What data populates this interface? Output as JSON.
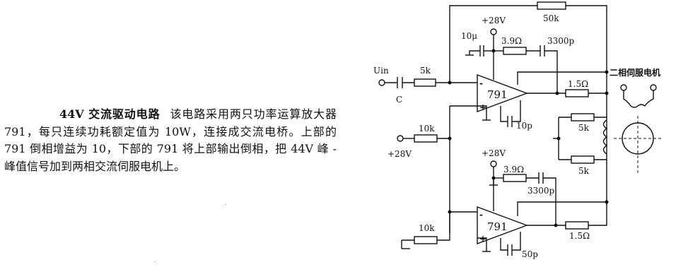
{
  "description": {
    "title": "44V 交流驱动电路",
    "body": "该电路采用两只功率运算放大器 791，每只连续功耗额定值为 10W，连接成交流电桥。上部的 791 倒相增益为 10，下部的 791 将上部输出倒相，把 44V 峰 - 峰值信号加到两相交流伺服电机上。"
  },
  "stray_marks": [
    ".",
    "."
  ],
  "circuit": {
    "title": "二相伺服电机",
    "input_label": "Uin",
    "input_cap_label": "C",
    "upper_opamp": {
      "label": "791",
      "minus": "-",
      "plus": "+",
      "supply": "+28V"
    },
    "lower_opamp": {
      "label": "791",
      "minus": "-",
      "plus": "+",
      "supply": "+28V"
    },
    "bias_supply": "+28V",
    "components": {
      "r_feedback": "50k",
      "r_in_upper": "5k",
      "r_bias": "10k",
      "r_in_lower": "10k",
      "c_upper_supply": "10μ",
      "r_comp_upper": "3.9Ω",
      "c_comp_upper": "3300p",
      "c_upper_fc": "10p",
      "r_out_upper": "1.5Ω",
      "r_mid_top": "5k",
      "r_mid_bottom": "5k",
      "r_comp_lower": "3.9Ω",
      "c_comp_lower": "3300p",
      "c_lower_fc": "50p",
      "r_out_lower": "1.5Ω"
    }
  }
}
